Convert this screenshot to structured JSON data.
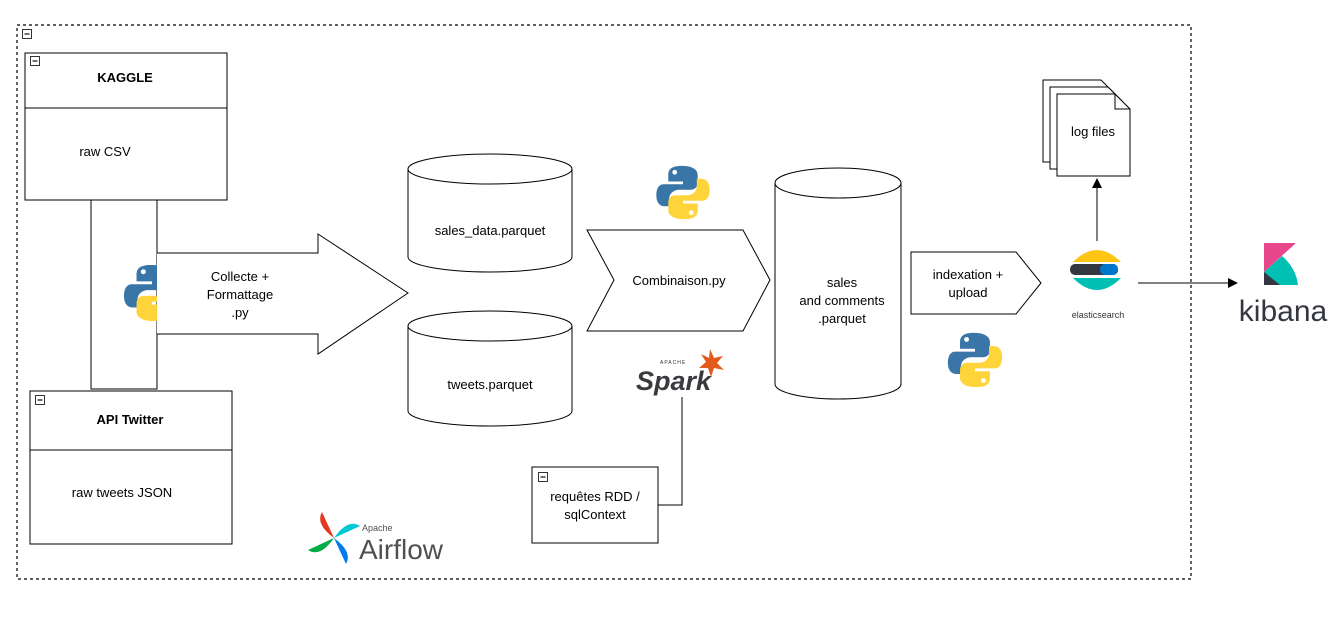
{
  "sources": {
    "kaggle": {
      "title": "KAGGLE",
      "body": "raw CSV"
    },
    "twitter": {
      "title": "API Twitter",
      "body": "raw tweets JSON"
    }
  },
  "steps": {
    "collect": [
      "Collecte +",
      "Formattage",
      ".py"
    ],
    "combine": "Combinaison.py",
    "index": [
      "indexation +",
      "upload"
    ],
    "queries": [
      "requêtes RDD /",
      "sqlContext"
    ]
  },
  "stores": {
    "sales": "sales_data.parquet",
    "tweets": "tweets.parquet",
    "combined": [
      "sales",
      "and comments",
      ".parquet"
    ]
  },
  "outputs": {
    "logs": "log files"
  },
  "logos": {
    "spark_small": "APACHE",
    "spark": "Spark",
    "airflow_small": "Apache",
    "airflow": "Airflow",
    "elasticsearch": "elasticsearch",
    "kibana": "kibana"
  },
  "icons": [
    "python-logo-icon",
    "spark-logo-icon",
    "airflow-logo-icon",
    "elasticsearch-logo-icon",
    "kibana-logo-icon",
    "collapse-icon"
  ],
  "colors": {
    "python_blue": "#3A75A8",
    "python_yellow": "#FFD43B",
    "spark_orange": "#E25A1C",
    "kibana_pink": "#E8478B",
    "kibana_teal": "#00BFB3",
    "elastic_yellow": "#FEC514",
    "elastic_teal": "#00BFB3",
    "elastic_blue": "#0077CC"
  }
}
